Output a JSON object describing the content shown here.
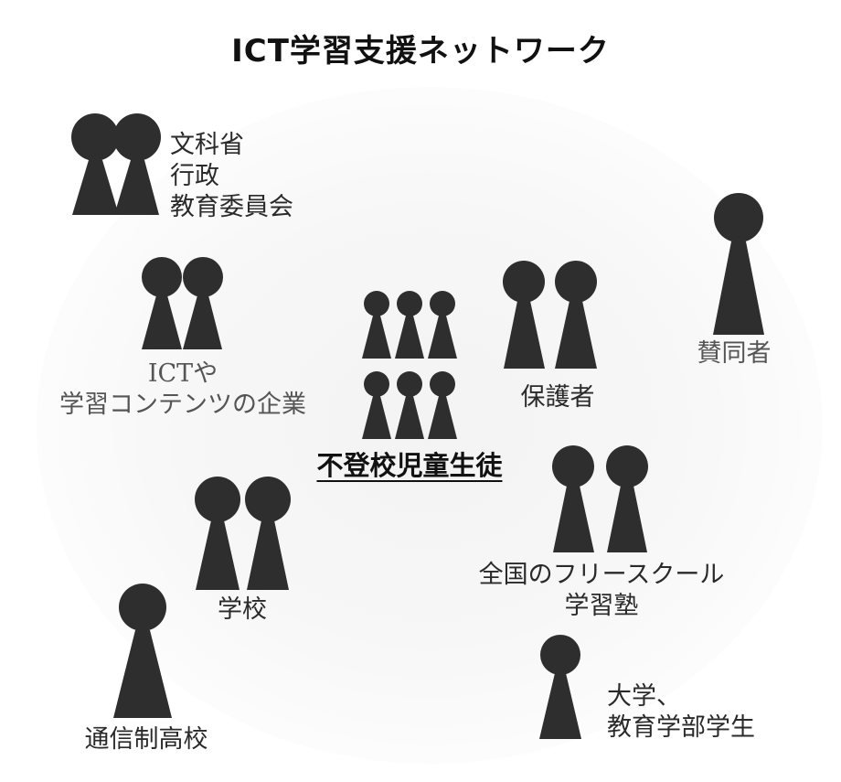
{
  "title": "ICT学習支援ネットワーク",
  "groups": [
    {
      "id": "ministry",
      "lines": [
        "文科省",
        "行政",
        "教育委員会"
      ]
    },
    {
      "id": "companies",
      "lines": [
        "ICTや",
        "学習コンテンツの企業"
      ]
    },
    {
      "id": "students",
      "lines": [
        "不登校児童生徒"
      ]
    },
    {
      "id": "guardians",
      "lines": [
        "保護者"
      ]
    },
    {
      "id": "supporters",
      "lines": [
        "賛同者"
      ]
    },
    {
      "id": "freeschools",
      "lines": [
        "全国のフリースクール",
        "学習塾"
      ]
    },
    {
      "id": "schools",
      "lines": [
        "学校"
      ]
    },
    {
      "id": "correspondence",
      "lines": [
        "通信制高校"
      ]
    },
    {
      "id": "university",
      "lines": [
        "大学、",
        "教育学部学生"
      ]
    }
  ],
  "colors": {
    "figure": "#2e2e2e",
    "text": "#2a2a2a"
  }
}
